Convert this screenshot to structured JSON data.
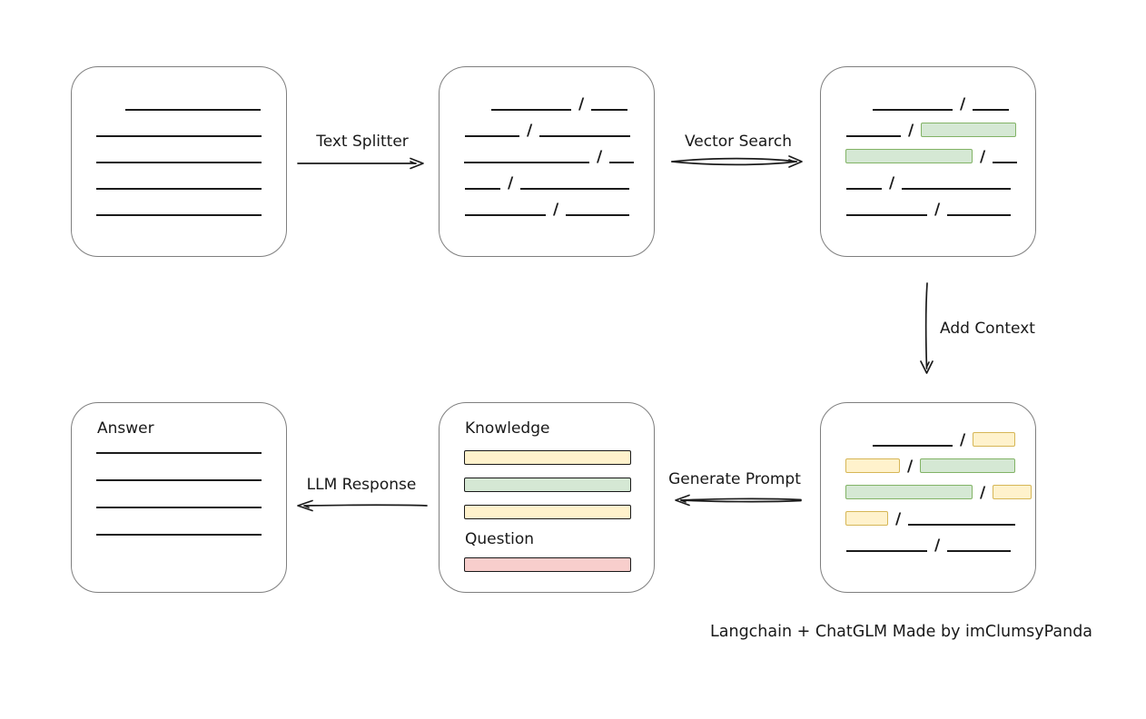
{
  "caption": "Langchain + ChatGLM Made by imClumsyPanda",
  "labels": {
    "text_splitter": "Text Splitter",
    "vector_search": "Vector Search",
    "add_context": "Add Context",
    "generate_prompt": "Generate Prompt",
    "llm_response": "LLM Response",
    "knowledge": "Knowledge",
    "question": "Question",
    "answer": "Answer"
  },
  "colors": {
    "ink": "#1b1b1b",
    "box_border": "#7f7f7f",
    "green_fill": "#d5e8d4",
    "green_border": "#82b366",
    "yellow_fill": "#fff2cc",
    "yellow_border": "#d6b656",
    "red_fill": "#f8cecc",
    "red_border": "#b85450"
  },
  "boxes": {
    "document": {
      "rows": [
        {
          "ml": 59,
          "items": [
            {
              "t": "line",
              "w": 149
            }
          ]
        },
        {
          "ml": 27,
          "items": [
            {
              "t": "line",
              "w": 182
            }
          ]
        },
        {
          "ml": 27,
          "items": [
            {
              "t": "line",
              "w": 182
            }
          ]
        },
        {
          "ml": 27,
          "items": [
            {
              "t": "line",
              "w": 182
            }
          ]
        },
        {
          "ml": 27,
          "items": [
            {
              "t": "line",
              "w": 182
            }
          ]
        }
      ]
    },
    "chunks": {
      "rows": [
        {
          "ml": 57,
          "items": [
            {
              "t": "line",
              "w": 88
            },
            {
              "t": "slash"
            },
            {
              "t": "line",
              "w": 40
            }
          ]
        },
        {
          "ml": 28,
          "items": [
            {
              "t": "line",
              "w": 60
            },
            {
              "t": "slash"
            },
            {
              "t": "line",
              "w": 100
            }
          ]
        },
        {
          "ml": 27,
          "items": [
            {
              "t": "line",
              "w": 138
            },
            {
              "t": "slash"
            },
            {
              "t": "line",
              "w": 27
            }
          ]
        },
        {
          "ml": 28,
          "items": [
            {
              "t": "line",
              "w": 39
            },
            {
              "t": "slash"
            },
            {
              "t": "line",
              "w": 120
            }
          ]
        },
        {
          "ml": 28,
          "items": [
            {
              "t": "line",
              "w": 89
            },
            {
              "t": "slash"
            },
            {
              "t": "line",
              "w": 70
            }
          ]
        }
      ]
    },
    "retrieved": {
      "rows": [
        {
          "ml": 57,
          "items": [
            {
              "t": "line",
              "w": 88
            },
            {
              "t": "slash"
            },
            {
              "t": "line",
              "w": 40
            }
          ]
        },
        {
          "ml": 28,
          "items": [
            {
              "t": "line",
              "w": 60
            },
            {
              "t": "slash"
            },
            {
              "t": "green",
              "w": 105
            }
          ]
        },
        {
          "ml": 27,
          "items": [
            {
              "t": "green",
              "w": 140
            },
            {
              "t": "slash"
            },
            {
              "t": "line",
              "w": 27
            }
          ]
        },
        {
          "ml": 28,
          "items": [
            {
              "t": "line",
              "w": 39
            },
            {
              "t": "slash"
            },
            {
              "t": "line",
              "w": 120
            }
          ]
        },
        {
          "ml": 28,
          "items": [
            {
              "t": "line",
              "w": 89
            },
            {
              "t": "slash"
            },
            {
              "t": "line",
              "w": 70
            }
          ]
        }
      ]
    },
    "context": {
      "rows": [
        {
          "ml": 57,
          "items": [
            {
              "t": "line",
              "w": 88
            },
            {
              "t": "slash"
            },
            {
              "t": "yellow",
              "w": 47
            }
          ]
        },
        {
          "ml": 27,
          "items": [
            {
              "t": "yellow",
              "w": 60
            },
            {
              "t": "slash"
            },
            {
              "t": "green",
              "w": 105
            }
          ]
        },
        {
          "ml": 27,
          "items": [
            {
              "t": "green",
              "w": 140
            },
            {
              "t": "slash"
            },
            {
              "t": "yellow",
              "w": 43
            }
          ]
        },
        {
          "ml": 27,
          "items": [
            {
              "t": "yellow",
              "w": 47
            },
            {
              "t": "slash"
            },
            {
              "t": "line",
              "w": 118
            }
          ]
        },
        {
          "ml": 28,
          "items": [
            {
              "t": "line",
              "w": 89
            },
            {
              "t": "slash"
            },
            {
              "t": "line",
              "w": 70
            }
          ]
        }
      ]
    },
    "prompt": {
      "knowledge_bars": [
        "yellow",
        "green",
        "yellow"
      ],
      "question_bars": [
        "red"
      ]
    },
    "answer": {
      "rows": [
        {
          "ml": 27,
          "items": [
            {
              "t": "line",
              "w": 182
            }
          ]
        },
        {
          "ml": 27,
          "items": [
            {
              "t": "line",
              "w": 182
            }
          ]
        },
        {
          "ml": 27,
          "items": [
            {
              "t": "line",
              "w": 182
            }
          ]
        },
        {
          "ml": 27,
          "items": [
            {
              "t": "line",
              "w": 182
            }
          ]
        }
      ]
    }
  }
}
